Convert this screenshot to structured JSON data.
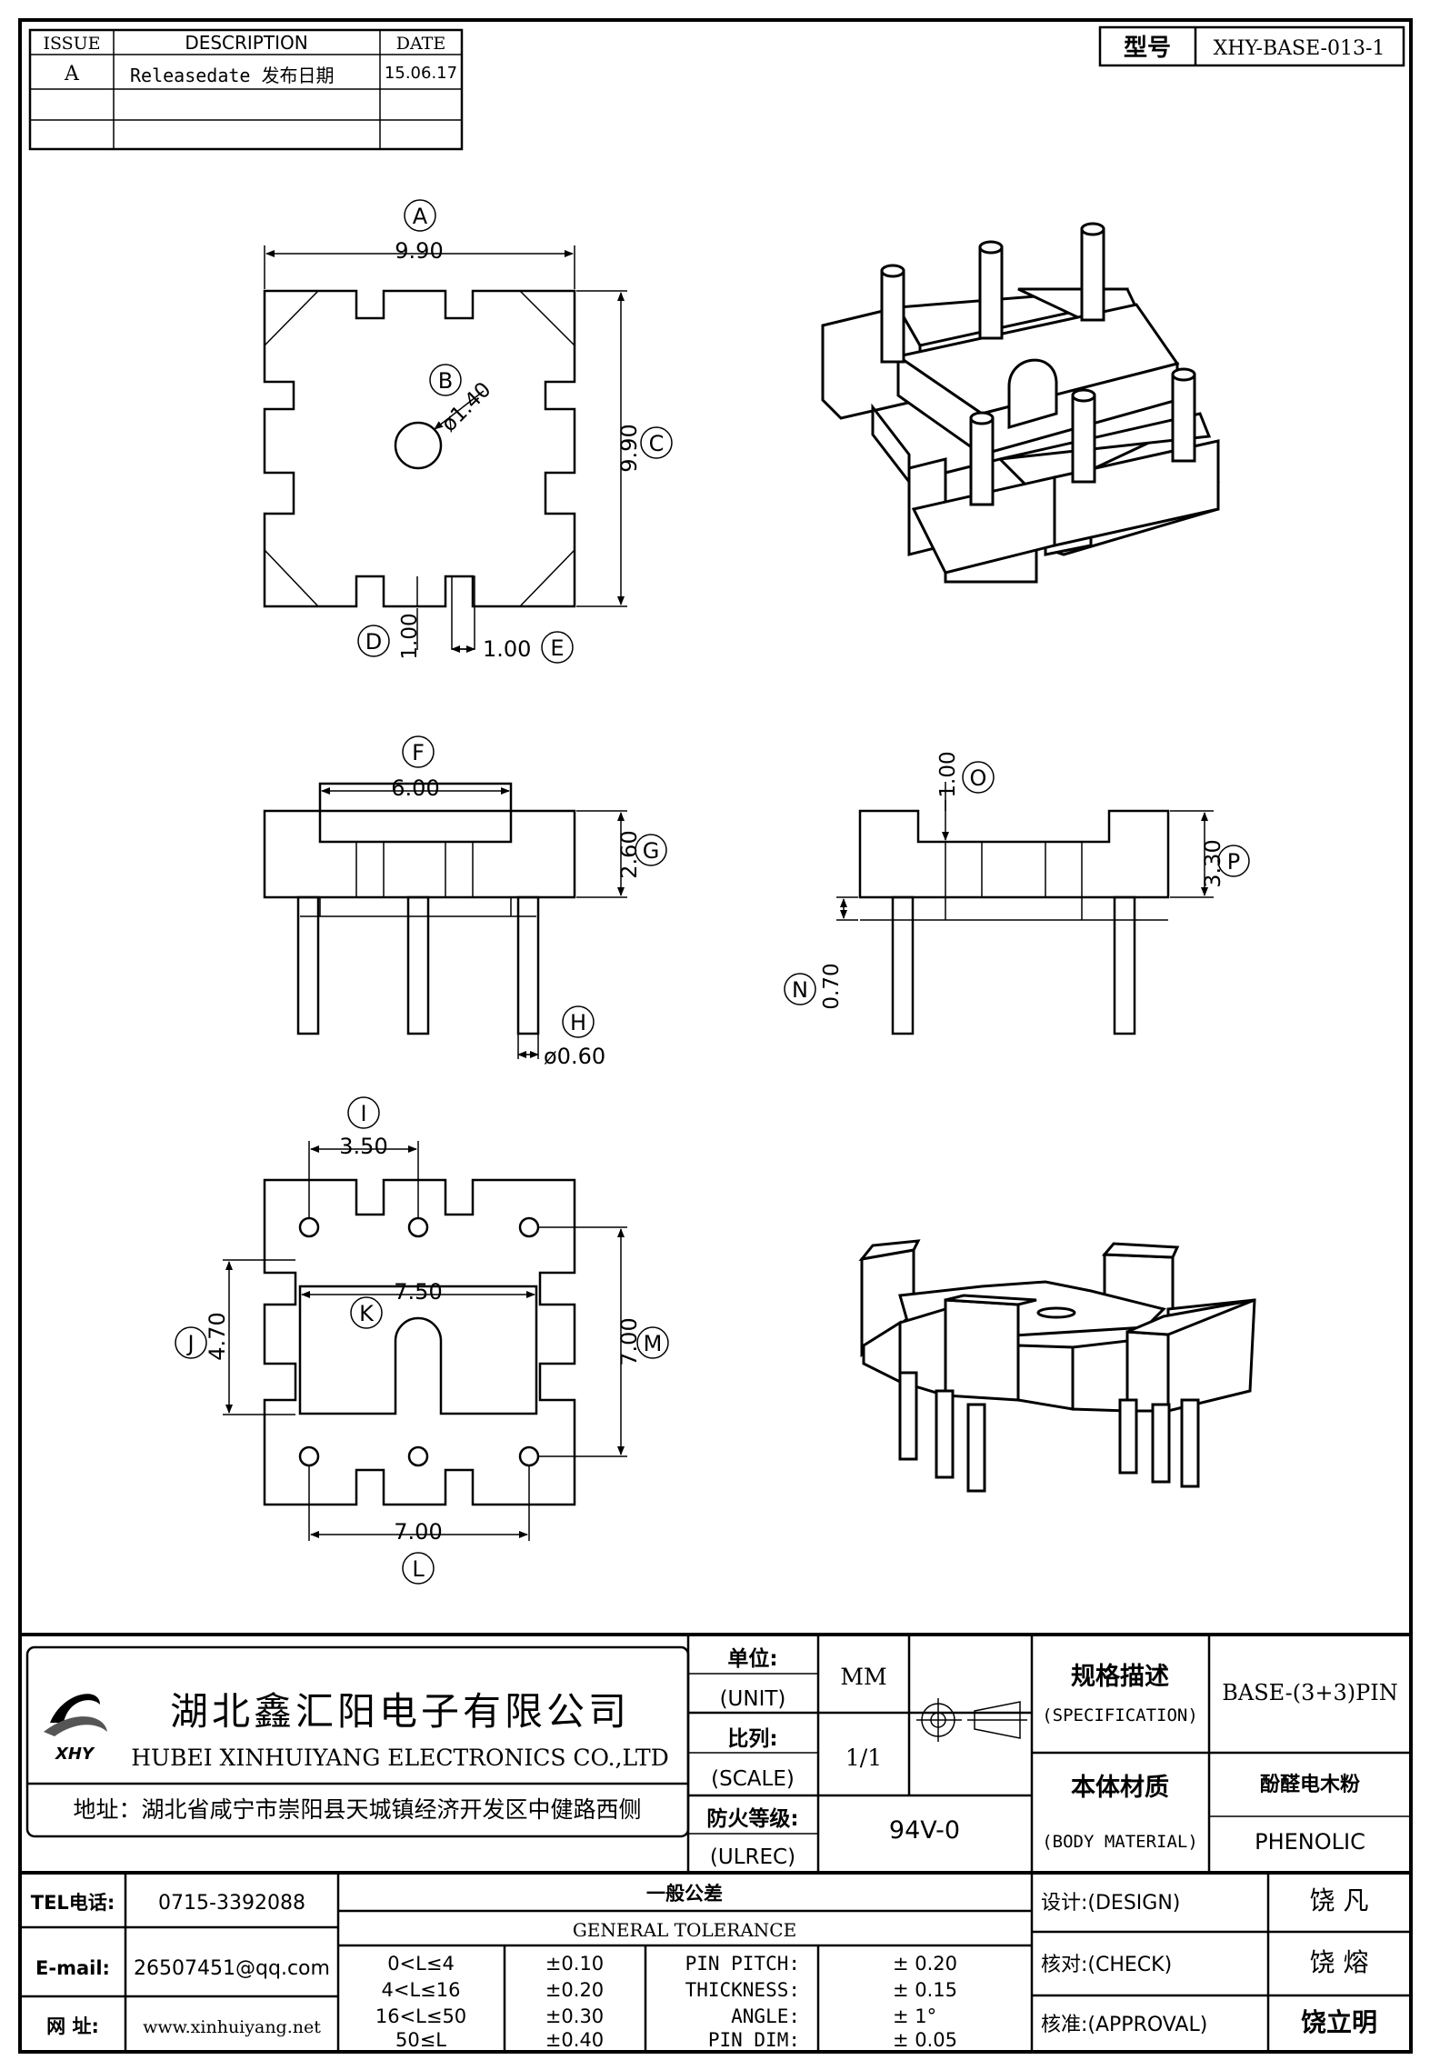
{
  "revision_table": {
    "headers": [
      "ISSUE",
      "DESCRIPTION",
      "DATE"
    ],
    "rows": [
      {
        "issue": "A",
        "description": "Releasedate 发布日期",
        "date": "15.06.17"
      }
    ]
  },
  "model": {
    "label": "型号",
    "value": "XHY-BASE-013-1"
  },
  "dimensions": {
    "A": "9.90",
    "B": "ø1.40",
    "C": "9.90",
    "D": "1.00",
    "E": "1.00",
    "F": "6.00",
    "G": "2.60",
    "H": "ø0.60",
    "O": "1.00",
    "P": "3.30",
    "N": "0.70",
    "I": "3.50",
    "K": "7.50",
    "J": "4.70",
    "M": "7.00",
    "L": "7.00"
  },
  "callouts": [
    "A",
    "B",
    "C",
    "D",
    "E",
    "F",
    "G",
    "H",
    "I",
    "J",
    "K",
    "L",
    "M",
    "N",
    "O",
    "P"
  ],
  "company": {
    "name_cn": "湖北鑫汇阳电子有限公司",
    "name_en": "HUBEI XINHUIYANG ELECTRONICS CO.,LTD",
    "address": "地址：湖北省咸宁市崇阳县天城镇经济开发区中健路西侧",
    "logo_text": "XHY"
  },
  "title_block": {
    "unit_cn": "单位:",
    "unit_en": "(UNIT)",
    "unit_value": "MM",
    "scale_cn": "比列:",
    "scale_en": "(SCALE)",
    "scale_value": "1/1",
    "fire_cn": "防火等级:",
    "fire_en": "(ULREC)",
    "fire_value": "94V-0",
    "spec_cn": "规格描述",
    "spec_en": "(SPECIFICATION)",
    "spec_value": "BASE-(3+3)PIN",
    "material_cn": "本体材质",
    "material_en": "(BODY MATERIAL)",
    "material_value_cn": "酚醛电木粉",
    "material_value_en": "PHENOLIC"
  },
  "contact": {
    "tel_label": "TEL电话:",
    "tel": "0715-3392088",
    "email_label": "E-mail:",
    "email": "26507451@qq.com",
    "web_label": "网  址:",
    "web": "www.xinhuiyang.net"
  },
  "tolerance": {
    "title_cn": "一般公差",
    "title_en": "GENERAL TOLERANCE",
    "rows": [
      {
        "range": "0<L≤4",
        "tol": "±0.10",
        "label": "PIN PITCH:",
        "value": "±  0.20"
      },
      {
        "range": "4<L≤16",
        "tol": "±0.20",
        "label": "THICKNESS:",
        "value": "±  0.15"
      },
      {
        "range": "16<L≤50",
        "tol": "±0.30",
        "label": "ANGLE:",
        "value": "±  1°"
      },
      {
        "range": "50≤L",
        "tol": "±0.40",
        "label": "PIN DIM:",
        "value": "±  0.05"
      }
    ]
  },
  "signoff": [
    {
      "label": "设计:(DESIGN)",
      "name": "饶  凡"
    },
    {
      "label": "核对:(CHECK)",
      "name": "饶  熔"
    },
    {
      "label": "核准:(APPROVAL)",
      "name": "饶立明"
    }
  ]
}
